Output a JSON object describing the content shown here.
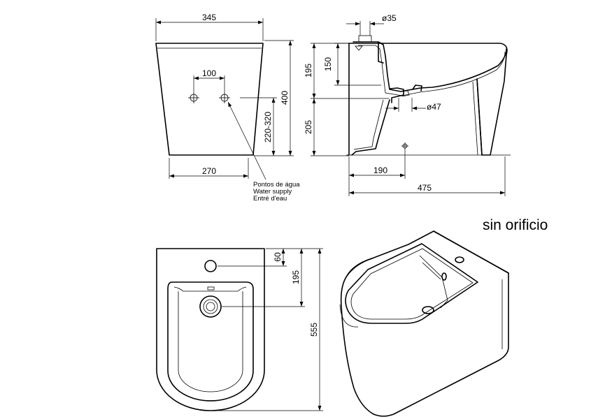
{
  "front_view": {
    "width_top": "345",
    "hole_spacing": "100",
    "height_total": "400",
    "supply_height": "220-320",
    "width_bottom": "270",
    "supply_note": [
      "Pontos de água",
      "Water supply",
      "Entré d'eau"
    ]
  },
  "side_view": {
    "tap_diameter": "ø35",
    "tap_depth": "150",
    "upper_height": "195",
    "lower_height": "205",
    "drain_diameter": "ø47",
    "drain_offset": "190",
    "depth_total": "475"
  },
  "top_view": {
    "tap_from_back": "60",
    "drain_from_back": "195",
    "length_total": "555"
  },
  "perspective": {
    "title": "sin orificio"
  }
}
